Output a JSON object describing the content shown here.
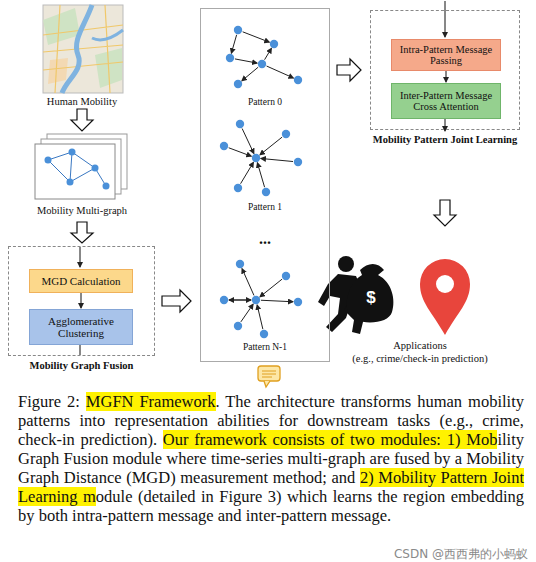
{
  "diagram": {
    "caption": "Figure 2: MGFN Framework. The architecture transforms human mobility patterns into representation abilities for downstream tasks (e.g., crime, check-in prediction). Our framework consists of two modules: 1) Mobility Graph Fusion module where time-series multi-graph are fused by a Mobility Graph Distance (MGD) measurement method; and 2) Mobility Pattern Joint Learning module (detailed in Figure 3) which learns the region embedding by both intra-pattern message and inter-pattern message.",
    "nodes": [
      {
        "text": [
          "Mobility Graph Fusion"
        ]
      },
      {
        "text": [
          "MGD Calculation"
        ],
        "in": 0
      },
      {
        "text": [
          "Agglomerative Clustering"
        ],
        "in": 0
      },
      {
        "text": [
          "Pattern 0",
          "Pattern 1",
          "...",
          "Pattern N-1"
        ]
      },
      {
        "text": [
          "Mobility Pattern Joint Learning"
        ]
      },
      {
        "text": [
          "Intra-Pattern Message Passing"
        ],
        "in": 4
      },
      {
        "text": [
          "Inter-Pattern Message Cross Attention"
        ],
        "in": 4
      }
    ],
    "edges": [
      {
        "from": 1,
        "to": 2,
        "arrow": "to"
      },
      {
        "from": 5,
        "to": 6,
        "arrow": "to"
      },
      {
        "from": 0,
        "to": 3,
        "arrow": "to"
      },
      {
        "from": 3,
        "to": 4,
        "arrow": "to"
      }
    ],
    "labels": [
      "Human Mobility",
      "Mobility Multi-graph",
      "$",
      "Applications",
      "(e.g., crime/check-in prediction)",
      "CSDN @西西弗的小蚂蚁"
    ]
  }
}
